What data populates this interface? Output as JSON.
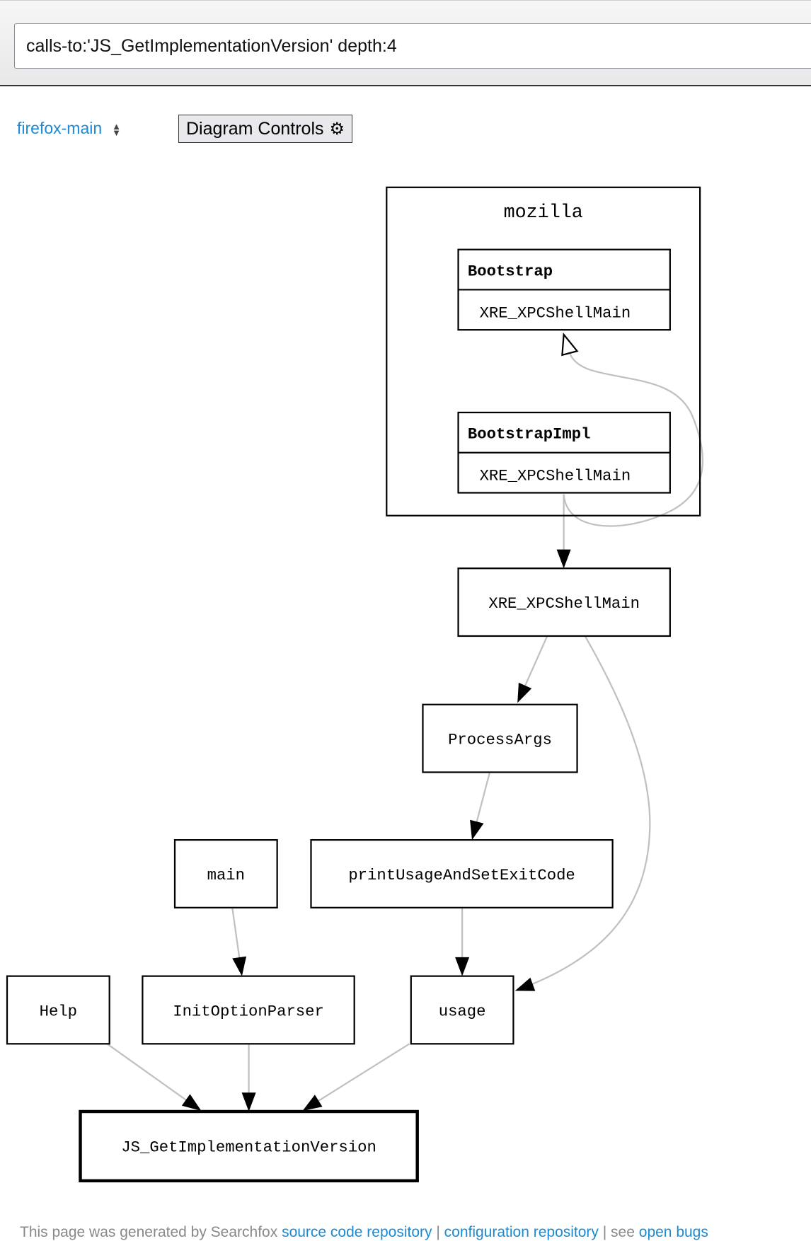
{
  "search": {
    "value": "calls-to:'JS_GetImplementationVersion' depth:4"
  },
  "branch": {
    "label": "firefox-main",
    "icon": "sort-arrows-icon"
  },
  "diagram_controls": {
    "label": "Diagram Controls",
    "icon": "gear-icon"
  },
  "diagram": {
    "clusters": [
      {
        "id": "mozilla",
        "label": "mozilla"
      }
    ],
    "records": [
      {
        "id": "bootstrap",
        "title": "Bootstrap",
        "method": "XRE_XPCShellMain",
        "cluster": "mozilla"
      },
      {
        "id": "bootstrapimpl",
        "title": "BootstrapImpl",
        "method": "XRE_XPCShellMain",
        "cluster": "mozilla"
      }
    ],
    "nodes": [
      {
        "id": "xre",
        "label": "XRE_XPCShellMain"
      },
      {
        "id": "processargs",
        "label": "ProcessArgs"
      },
      {
        "id": "main",
        "label": "main"
      },
      {
        "id": "printusage",
        "label": "printUsageAndSetExitCode"
      },
      {
        "id": "help",
        "label": "Help"
      },
      {
        "id": "initoptionparser",
        "label": "InitOptionParser"
      },
      {
        "id": "usage",
        "label": "usage"
      },
      {
        "id": "jsgetimpl",
        "label": "JS_GetImplementationVersion",
        "target": true
      }
    ],
    "edges": [
      {
        "from": "bootstrapimpl",
        "to": "bootstrap",
        "kind": "inherits"
      },
      {
        "from": "bootstrapimpl",
        "to": "xre",
        "kind": "calls"
      },
      {
        "from": "xre",
        "to": "processargs",
        "kind": "calls"
      },
      {
        "from": "xre",
        "to": "usage",
        "kind": "calls"
      },
      {
        "from": "processargs",
        "to": "printusage",
        "kind": "calls"
      },
      {
        "from": "main",
        "to": "initoptionparser",
        "kind": "calls"
      },
      {
        "from": "printusage",
        "to": "usage",
        "kind": "calls"
      },
      {
        "from": "help",
        "to": "jsgetimpl",
        "kind": "calls"
      },
      {
        "from": "initoptionparser",
        "to": "jsgetimpl",
        "kind": "calls"
      },
      {
        "from": "usage",
        "to": "jsgetimpl",
        "kind": "calls"
      }
    ],
    "colors": {
      "edge": "#c0c0c0",
      "node_border": "#000000"
    }
  },
  "footer": {
    "prefix": "This page was generated by Searchfox",
    "link1": "source code repository",
    "sep1": " | ",
    "link2": "configuration repository",
    "sep2": " | see ",
    "link3": "open bugs"
  }
}
